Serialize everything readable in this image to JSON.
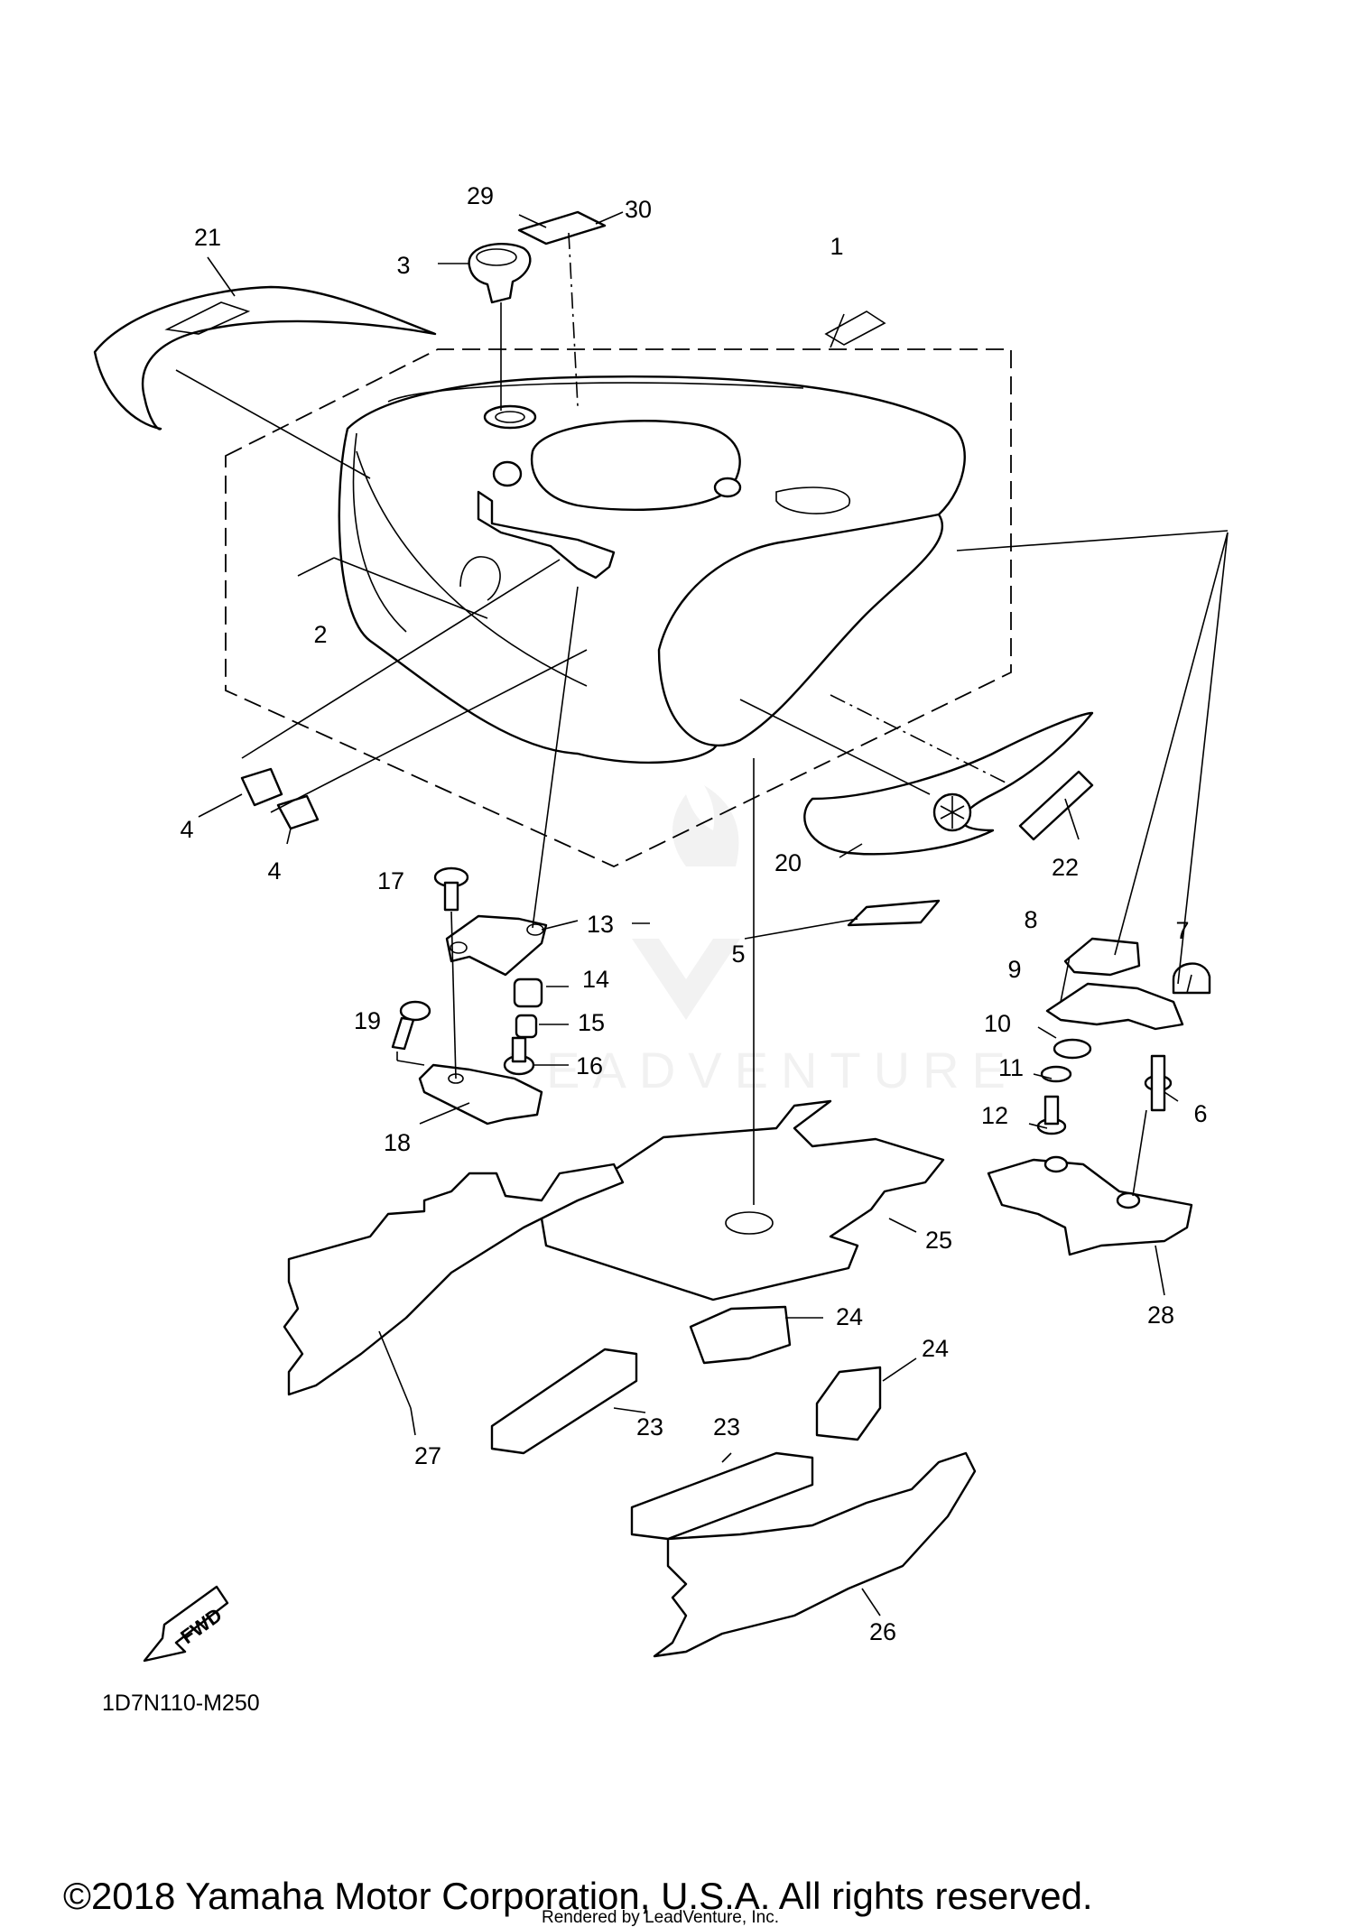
{
  "diagram": {
    "callouts": [
      "1",
      "2",
      "3",
      "4",
      "4",
      "5",
      "6",
      "7",
      "8",
      "9",
      "10",
      "11",
      "12",
      "13",
      "14",
      "15",
      "16",
      "17",
      "18",
      "19",
      "20",
      "21",
      "22",
      "23",
      "23",
      "24",
      "24",
      "25",
      "26",
      "27",
      "28",
      "29",
      "30"
    ],
    "drawing_code": "1D7N110-M250",
    "fwd_label": "FWD",
    "watermark": "LEADVENTURE"
  },
  "footer": {
    "copyright": "©2018 Yamaha Motor Corporation, U.S.A. All rights reserved.",
    "rendered_by": "Rendered by LeadVenture, Inc."
  }
}
